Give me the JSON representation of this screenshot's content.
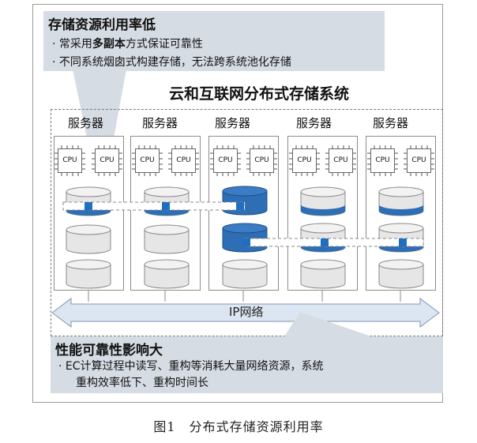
{
  "top_callout": {
    "title": "存储资源利用率低",
    "bullet1_prefix": "· 常采用",
    "bullet1_bold": "多副本",
    "bullet1_suffix": "方式保证可靠性",
    "bullet2": "· 不同系统烟囱式构建存储，无法跨系统池化存储"
  },
  "system_title": "云和互联网分布式存储系统",
  "servers": [
    {
      "label": "服务器",
      "cpu1": "CPU",
      "cpu2": "CPU"
    },
    {
      "label": "服务器",
      "cpu1": "CPU",
      "cpu2": "CPU"
    },
    {
      "label": "服务器",
      "cpu1": "CPU",
      "cpu2": "CPU"
    },
    {
      "label": "服务器",
      "cpu1": "CPU",
      "cpu2": "CPU"
    },
    {
      "label": "服务器",
      "cpu1": "CPU",
      "cpu2": "CPU"
    }
  ],
  "network_label": "IP网络",
  "bottom_callout": {
    "title": "性能可靠性影响大",
    "bullet_line1": "· EC计算过程中读写、重构等消耗大量网络资源，系统",
    "bullet_line2": "重构效率低下、重构时间长"
  },
  "caption": "图1　分布式存储资源利用率",
  "colors": {
    "callout_bg": "#d6dce4",
    "disk_blue": "#2e6eb5",
    "disk_gray": "#e6e6e6",
    "network_arrow": "#dce6f2",
    "replica_marker": "#1e6fc0"
  }
}
